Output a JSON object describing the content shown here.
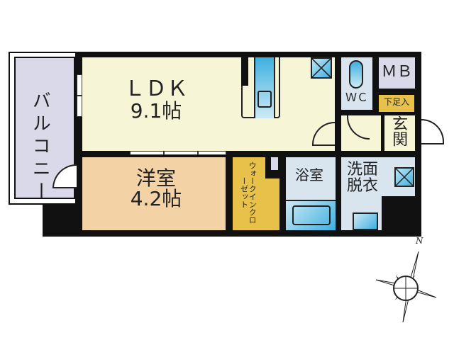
{
  "rooms": {
    "balcony": "バルコニー",
    "ldk_name": "ＬＤＫ",
    "ldk_size": "9.1帖",
    "western_name": "洋室",
    "western_size": "4.2帖",
    "closet": "ウォークインクローゼット",
    "bath": "浴室",
    "wash_1": "洗面",
    "wash_2": "脱衣",
    "wc": "ＷＣ",
    "mb": "ＭＢ",
    "shoe": "下足入",
    "entrance": "玄関"
  },
  "compass": {
    "north_label": "N"
  },
  "colors": {
    "ldk": "#f6f5d6",
    "western": "#f3d2a6",
    "closet": "#e7c14a",
    "wet": "#d8e5ee",
    "balcony": "#d9d9ea",
    "wall": "#111111"
  }
}
